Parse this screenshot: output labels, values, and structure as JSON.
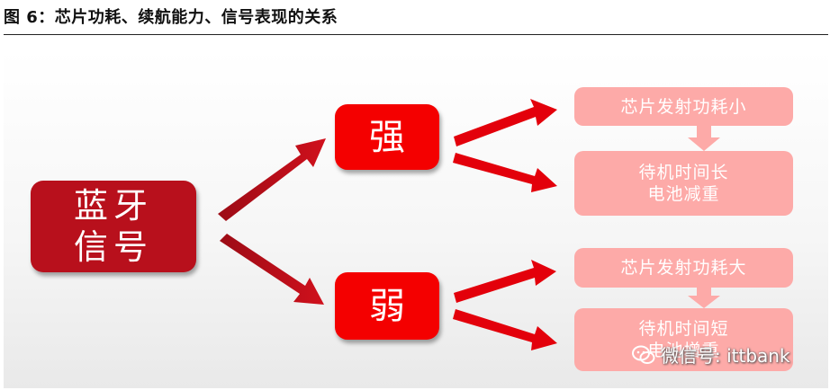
{
  "figure": {
    "title": "图 6：芯片功耗、续航能力、信号表现的关系"
  },
  "root": {
    "line1": "蓝牙",
    "line2": "信号"
  },
  "branches": {
    "strong": "强",
    "weak": "弱"
  },
  "outcomes": {
    "strong_top": "芯片发射功耗小",
    "strong_bottom_line1": "待机时间长",
    "strong_bottom_line2": "电池减重",
    "weak_top": "芯片发射功耗大",
    "weak_bottom_line1": "待机时间短",
    "weak_bottom_line2": "电池增重"
  },
  "watermark": {
    "text": "微信号: ittbank",
    "icon": "wechat-icon"
  },
  "colors": {
    "root_fill": "#b8101c",
    "branch_fill": "#f40000",
    "leaf_fill": "#fdaaa8",
    "arrow_dark": "#b8101c",
    "arrow_light": "#fdaaa8",
    "arrow_red": "#f40000"
  }
}
